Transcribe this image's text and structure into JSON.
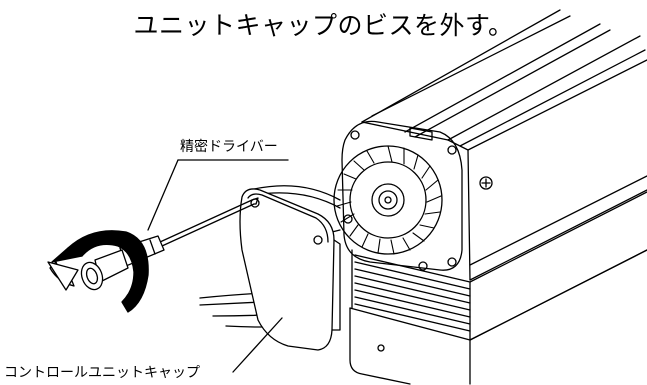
{
  "title": "ユニットキャップのビスを外す。",
  "labels": {
    "driver": "精密ドライバー",
    "cap": "コントロールユニットキャップ"
  }
}
